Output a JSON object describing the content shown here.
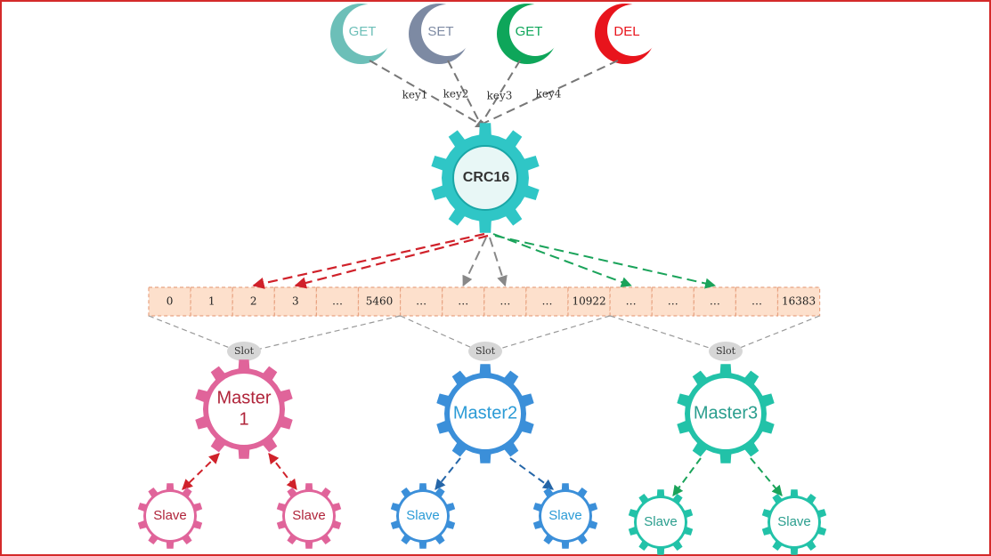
{
  "commands": [
    {
      "label": "GET",
      "color": "#6cbfb8",
      "key": "key1"
    },
    {
      "label": "SET",
      "color": "#7d8aa3",
      "key": "key2"
    },
    {
      "label": "GET",
      "color": "#0ea65a",
      "key": "key3"
    },
    {
      "label": "DEL",
      "color": "#e8141c",
      "key": "key4"
    }
  ],
  "hash": {
    "label": "CRC16",
    "color": "#2fc6c6"
  },
  "slots": [
    "0",
    "1",
    "2",
    "3",
    "…",
    "5460",
    "…",
    "…",
    "…",
    "…",
    "10922",
    "…",
    "…",
    "…",
    "…",
    "16383"
  ],
  "slot_tag": "Slot",
  "masters": [
    {
      "label": "Master\n1",
      "color": "#e0649a",
      "text_color": "#b0243a",
      "arrow_color": "#d0212a"
    },
    {
      "label": "Master2",
      "color": "#3b8fd9",
      "text_color": "#2b9bd6",
      "arrow_color": "#2566a8"
    },
    {
      "label": "Master3",
      "color": "#22c2a8",
      "text_color": "#2a9e8e",
      "arrow_color": "#1aa35a"
    }
  ],
  "slave_label": "Slave",
  "colors": {
    "border": "#d42a2a",
    "slot_fill": "#fde0cc",
    "slot_border": "#e8a382",
    "hash_arrow_red": "#d0212a",
    "hash_arrow_gray": "#888888",
    "hash_arrow_green": "#1aa35a",
    "dashed_gray": "#999999"
  }
}
